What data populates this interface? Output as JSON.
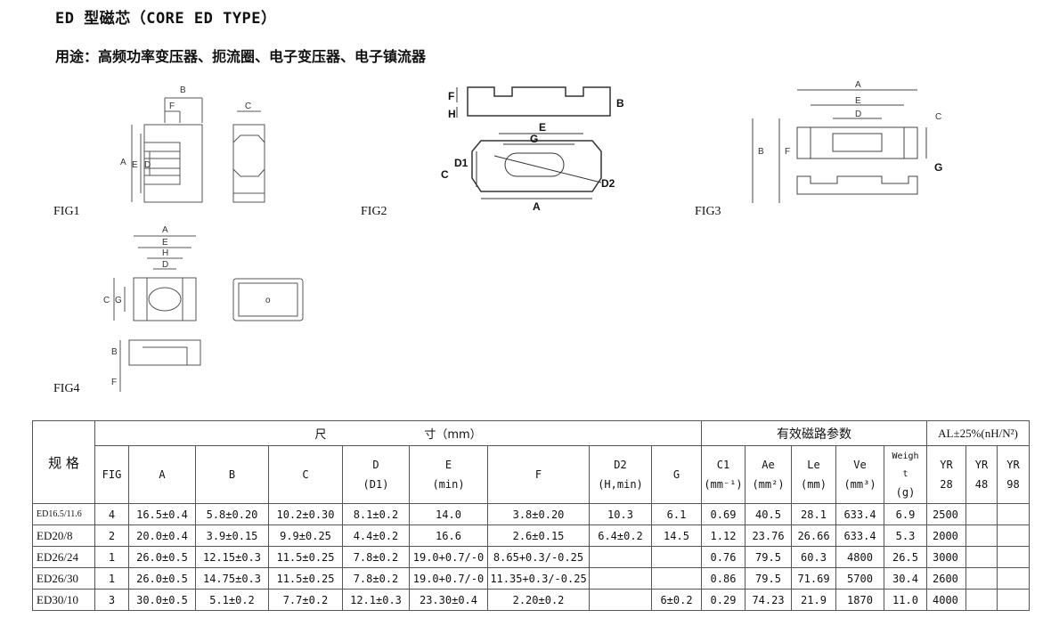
{
  "title": "ED 型磁芯（CORE ED TYPE）",
  "subtitle": "用途：高频功率变压器、扼流圈、电子变压器、电子镇流器",
  "figures": {
    "fig1": {
      "label": "FIG1",
      "dims": [
        "B",
        "F",
        "C",
        "A",
        "E",
        "D"
      ]
    },
    "fig2": {
      "label": "FIG2",
      "dims": [
        "F",
        "H",
        "B",
        "E",
        "G",
        "C",
        "D1",
        "D2",
        "A"
      ]
    },
    "fig3": {
      "label": "FIG3",
      "dims": [
        "A",
        "E",
        "D",
        "C",
        "G",
        "B",
        "F"
      ]
    },
    "fig4": {
      "label": "FIG4",
      "dims": [
        "A",
        "E",
        "H",
        "D",
        "C",
        "G",
        "B",
        "F",
        "o"
      ]
    }
  },
  "table": {
    "spec_header": "规  格",
    "dim_header_1": "尺",
    "dim_header_2": "寸（mm）",
    "mag_header": "有效磁路参数",
    "al_header": "AL±25%(nH/N²)",
    "columns": [
      {
        "l1": "FIG",
        "l2": ""
      },
      {
        "l1": "A",
        "l2": ""
      },
      {
        "l1": "B",
        "l2": ""
      },
      {
        "l1": "C",
        "l2": ""
      },
      {
        "l1": "D",
        "l2": "(D1)"
      },
      {
        "l1": "E",
        "l2": "(min)"
      },
      {
        "l1": "F",
        "l2": ""
      },
      {
        "l1": "D2",
        "l2": "(H,min)"
      },
      {
        "l1": "G",
        "l2": ""
      },
      {
        "l1": "C1",
        "l2": "(mm⁻¹)"
      },
      {
        "l1": "Ae",
        "l2": "(mm²)"
      },
      {
        "l1": "Le",
        "l2": "(mm)"
      },
      {
        "l1": "Ve",
        "l2": "(mm³)"
      },
      {
        "l1": "Weigh",
        "l2": "t",
        "l3": "(g)"
      },
      {
        "l1": "YR",
        "l2": "28"
      },
      {
        "l1": "YR",
        "l2": "48"
      },
      {
        "l1": "YR",
        "l2": "98"
      }
    ],
    "rows": [
      [
        "ED16.5/11.6",
        "4",
        "16.5±0.4",
        "5.8±0.20",
        "10.2±0.30",
        "8.1±0.2",
        "14.0",
        "3.8±0.20",
        "10.3",
        "6.1",
        "0.69",
        "40.5",
        "28.1",
        "633.4",
        "6.9",
        "2500",
        "",
        ""
      ],
      [
        "ED20/8",
        "2",
        "20.0±0.4",
        "3.9±0.15",
        "9.9±0.25",
        "4.4±0.2",
        "16.6",
        "2.6±0.15",
        "6.4±0.2",
        "14.5",
        "1.12",
        "23.76",
        "26.66",
        "633.4",
        "5.3",
        "2000",
        "",
        ""
      ],
      [
        "ED26/24",
        "1",
        "26.0±0.5",
        "12.15±0.3",
        "11.5±0.25",
        "7.8±0.2",
        "19.0+0.7/-0",
        "8.65+0.3/-0.25",
        "",
        "",
        "0.76",
        "79.5",
        "60.3",
        "4800",
        "26.5",
        "3000",
        "",
        ""
      ],
      [
        "ED26/30",
        "1",
        "26.0±0.5",
        "14.75±0.3",
        "11.5±0.25",
        "7.8±0.2",
        "19.0+0.7/-0",
        "11.35+0.3/-0.25",
        "",
        "",
        "0.86",
        "79.5",
        "71.69",
        "5700",
        "30.4",
        "2600",
        "",
        ""
      ],
      [
        "ED30/10",
        "3",
        "30.0±0.5",
        "5.1±0.2",
        "7.7±0.2",
        "12.1±0.3",
        "23.30±0.4",
        "2.20±0.2",
        "",
        "6±0.2",
        "0.29",
        "74.23",
        "21.9",
        "1870",
        "11.0",
        "4000",
        "",
        ""
      ]
    ]
  }
}
